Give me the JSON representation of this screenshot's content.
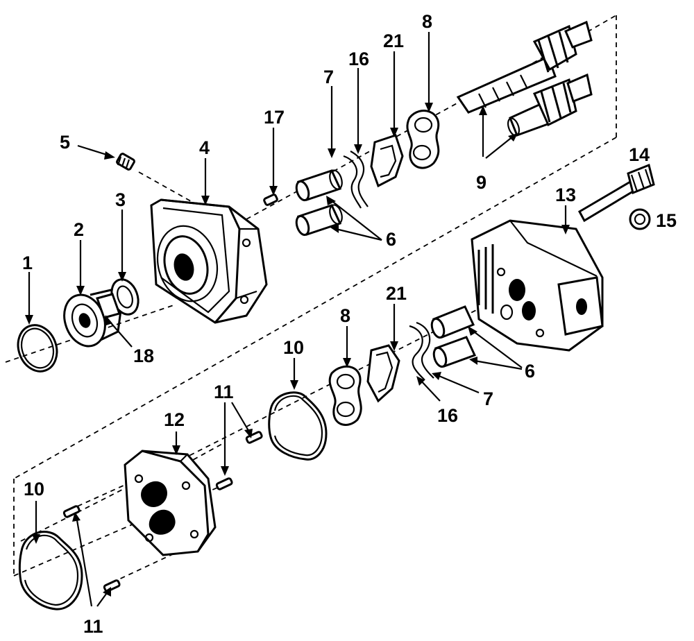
{
  "figure": {
    "type": "exploded-parts-diagram",
    "subject": "gear pump assembly",
    "line_color": "#000000",
    "background": "#ffffff"
  },
  "labels": {
    "l1": "1",
    "l2": "2",
    "l3": "3",
    "l4": "4",
    "l5": "5",
    "l6a": "6",
    "l6b": "6",
    "l7a": "7",
    "l7b": "7",
    "l8a": "8",
    "l8b": "8",
    "l9": "9",
    "l10a": "10",
    "l10b": "10",
    "l11a": "11",
    "l11b": "11",
    "l12": "12",
    "l13": "13",
    "l14": "14",
    "l15": "15",
    "l16a": "16",
    "l16b": "16",
    "l17": "17",
    "l18": "18",
    "l21a": "21",
    "l21b": "21"
  }
}
